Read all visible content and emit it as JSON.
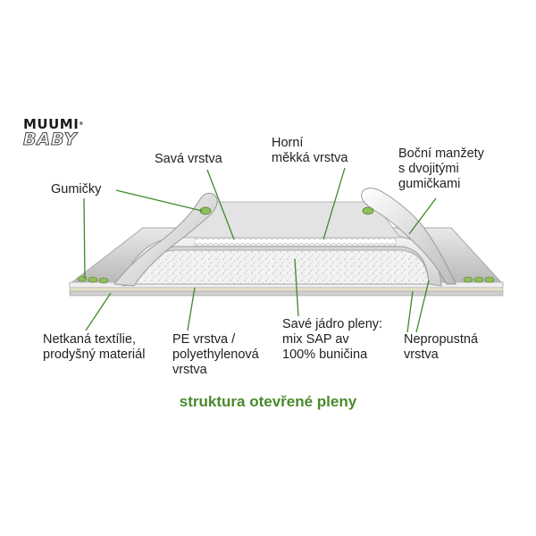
{
  "logo": {
    "line1": "MUUMI",
    "mark": "®",
    "line2": "BABY"
  },
  "labels": {
    "savaVrstva": "Savá vrstva",
    "horni1": "Horní",
    "horni2": "měkká vrstva",
    "bocni1": "Boční manžety",
    "bocni2": "s dvojitými",
    "bocni3": "gumičkami",
    "gumicky": "Gumičky",
    "netkana1": "Netkaná textílie,",
    "netkana2": "prodyšný materiál",
    "pe1": "PE vrstva /",
    "pe2": "polyethylenová",
    "pe3": "vrstva",
    "jadro1": "Savé jádro pleny:",
    "jadro2": "mix SAP av",
    "jadro3": "100% buničina",
    "nepro1": "Nepropustná",
    "nepro2": "vrstva"
  },
  "caption": "struktura otevřené pleny",
  "colors": {
    "leader": "#3f8a2a",
    "caption": "#4a8a2a",
    "layer_light": "#f2f2f2",
    "layer_mid": "#d9d9d9",
    "layer_dark": "#bdbdbd",
    "elastic": "#8fbf5a"
  }
}
